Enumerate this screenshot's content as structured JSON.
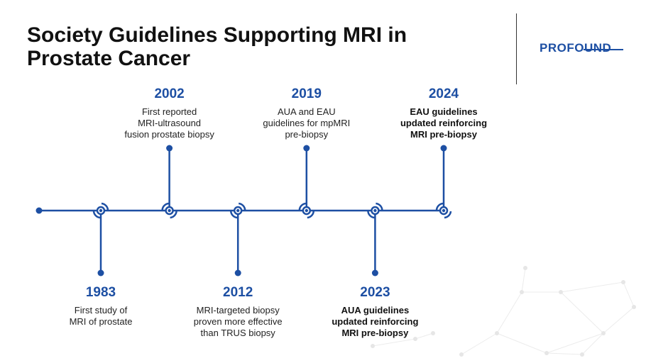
{
  "header": {
    "title": "Society Guidelines Supporting MRI in Prostate Cancer",
    "logo_text": "PROFOUND"
  },
  "colors": {
    "accent": "#1d4fa3",
    "background": "#ffffff",
    "text": "#222222"
  },
  "timeline": {
    "events": [
      {
        "year": "1983",
        "description": "First study of\nMRI of prostate",
        "position": "below",
        "emphasis": false
      },
      {
        "year": "2002",
        "description": "First reported\nMRI-ultrasound\nfusion prostate biopsy",
        "position": "above",
        "emphasis": false
      },
      {
        "year": "2012",
        "description": "MRI-targeted biopsy\nproven more effective\nthan TRUS biopsy",
        "position": "below",
        "emphasis": false
      },
      {
        "year": "2019",
        "description": "AUA and EAU\nguidelines for mpMRI\npre-biopsy",
        "position": "above",
        "emphasis": false
      },
      {
        "year": "2023",
        "description": "AUA guidelines\nupdated reinforcing\nMRI pre-biopsy",
        "position": "below",
        "emphasis": true
      },
      {
        "year": "2024",
        "description": "EAU guidelines\nupdated reinforcing\nMRI pre-biopsy",
        "position": "above",
        "emphasis": true
      }
    ]
  }
}
